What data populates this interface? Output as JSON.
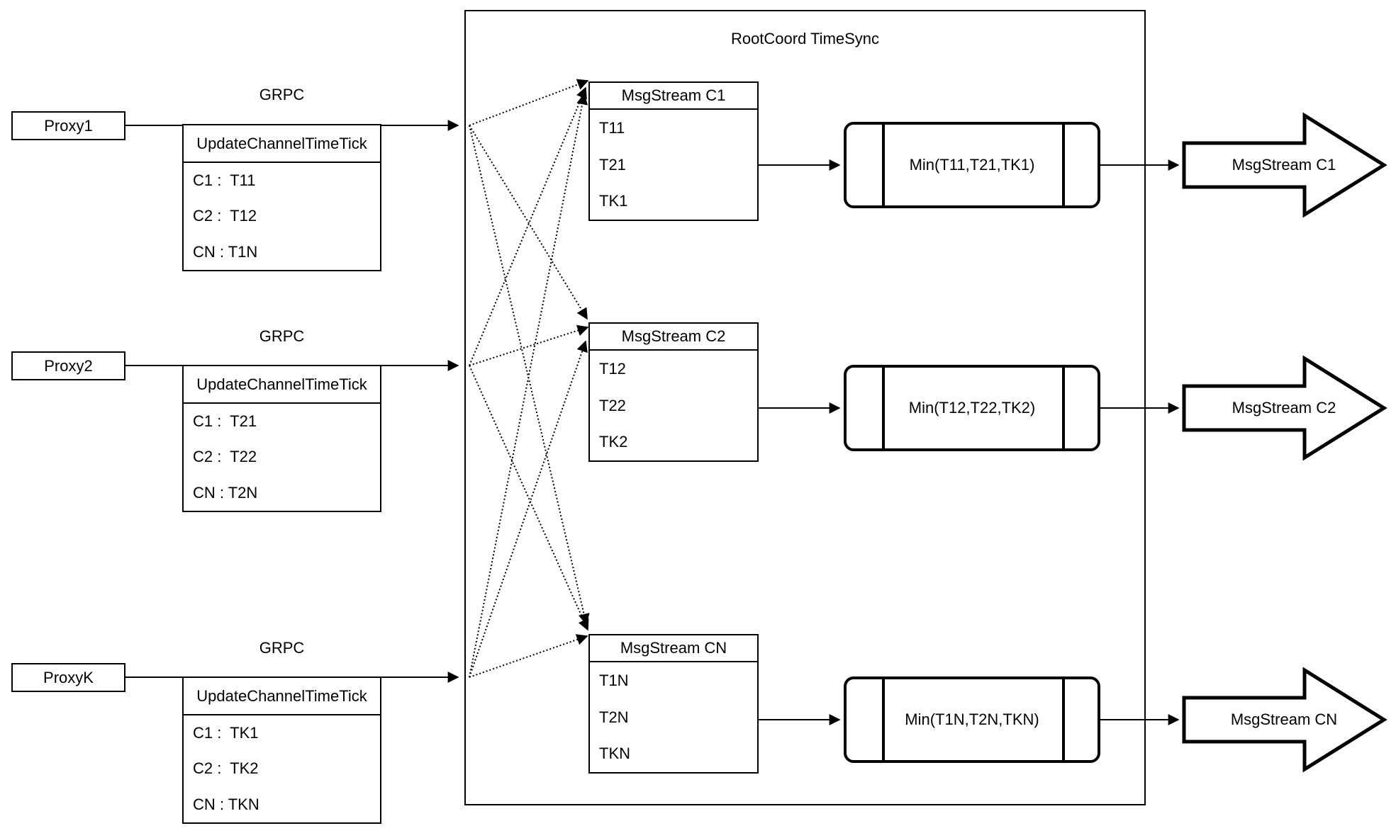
{
  "title": "RootCoord TimeSync",
  "colors": {
    "stroke": "#000000",
    "background": "#ffffff"
  },
  "proxies": [
    {
      "name": "Proxy1",
      "grpc": "GRPC",
      "table_header": "UpdateChannelTimeTick",
      "rows": [
        "C1 :  T11",
        "C2 :  T12",
        "CN : T1N"
      ]
    },
    {
      "name": "Proxy2",
      "grpc": "GRPC",
      "table_header": "UpdateChannelTimeTick",
      "rows": [
        "C1 :  T21",
        "C2 :  T22",
        "CN : T2N"
      ]
    },
    {
      "name": "ProxyK",
      "grpc": "GRPC",
      "table_header": "UpdateChannelTimeTick",
      "rows": [
        "C1 :  TK1",
        "C2 :  TK2",
        "CN : TKN"
      ]
    }
  ],
  "streams": [
    {
      "header": "MsgStream C1",
      "rows": [
        "T11",
        "T21",
        "TK1"
      ],
      "min": "Min(T11,T21,TK1)",
      "out": "MsgStream C1"
    },
    {
      "header": "MsgStream C2",
      "rows": [
        "T12",
        "T22",
        "TK2"
      ],
      "min": "Min(T12,T22,TK2)",
      "out": "MsgStream C2"
    },
    {
      "header": "MsgStream CN",
      "rows": [
        "T1N",
        "T2N",
        "TKN"
      ],
      "min": "Min(T1N,T2N,TKN)",
      "out": "MsgStream CN"
    }
  ]
}
